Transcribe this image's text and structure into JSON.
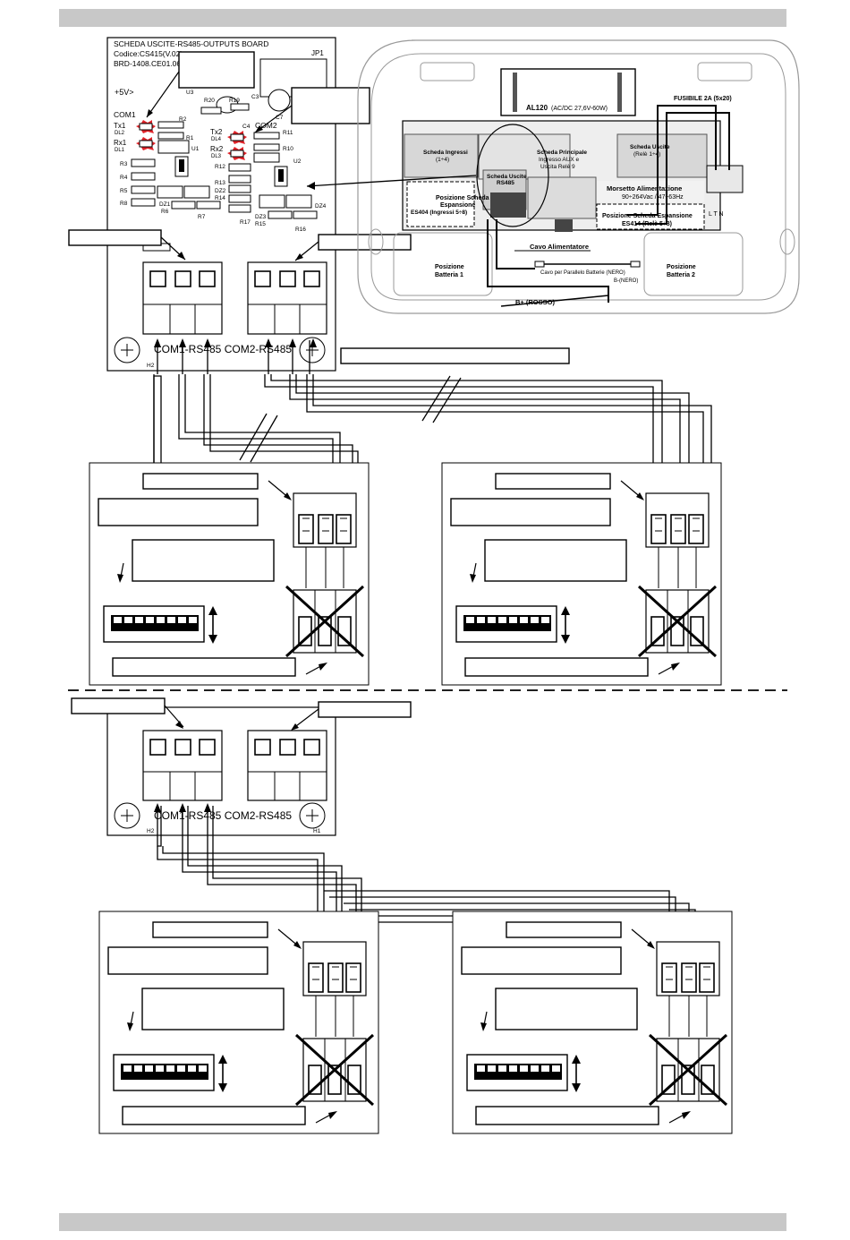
{
  "board": {
    "title": "SCHEDA USCITE-RS485-OUTPUTS BOARD",
    "code": "Codice:CS415(V.02)",
    "brd": "BRD-1408.CE01.06",
    "jp1": "JP1",
    "plus5v": "+5V>",
    "com1": "COM1",
    "com2": "COM2",
    "tx1": "Tx1",
    "dl2": "DL2",
    "rx1": "Rx1",
    "dl1": "DL1",
    "tx2": "Tx2",
    "dl4": "DL4",
    "rx2": "Rx2",
    "dl3": "DL3",
    "u1": "U1",
    "u2": "U2",
    "u3": "U3",
    "r1": "R1",
    "r2": "R2",
    "r3": "R3",
    "r4": "R4",
    "r5": "R5",
    "r6": "R6",
    "r7": "R7",
    "r8": "R8",
    "r10": "R10",
    "r11": "R11",
    "r12": "R12",
    "r13": "R13",
    "r14": "R14",
    "r15": "R15",
    "r16": "R16",
    "r17": "R17",
    "r19": "R19",
    "r20": "R20",
    "c3": "C3",
    "c4": "C4",
    "c7": "C7",
    "dz1": "DZ1",
    "dz2": "DZ2",
    "dz3": "DZ3",
    "dz4": "DZ4",
    "conn_label": "COM1-RS485   COM2-RS485",
    "h1": "H1",
    "h2": "H2"
  },
  "panel": {
    "al120": "AL120",
    "al120_spec": "(AC/DC 27,6V-60W)",
    "fuse": "FUSIBILE 2A (5x20)",
    "in_board": "Scheda Ingressi",
    "in_board_sub": "(1÷4)",
    "main_board": "Scheda Principale",
    "main_board_l2": "Ingresso AUX e",
    "main_board_l3": "Uscita Relè 9",
    "out_board": "Scheda Uscite",
    "out_board_sub": "(Relè 1÷4)",
    "rs485_board": "Scheda Uscite",
    "rs485_board_sub": "RS485",
    "pos_exp1_l1": "Posizione Scheda",
    "pos_exp1_l2": "Espansione",
    "pos_exp1_l3": "ES404  (Ingressi 5÷8)",
    "terminal_title": "Morsetto Alimentazione",
    "terminal_spec": "90÷264Vac / 47÷63Hz",
    "pos_exp2_l1": "Posizione Scheda Espansione",
    "pos_exp2_l2": "ES414  (Relè 5÷8)",
    "lnn": "L  T  N",
    "power_cable": "Cavo Alimentatore",
    "bat1_l1": "Posizione",
    "bat1_l2": "Batteria 1",
    "bat2_l1": "Posizione",
    "bat2_l2": "Batteria 2",
    "parallel_cable": "Cavo per Parallelo Batterie (NERO)",
    "bneg": "B-(NERO)",
    "bpos": "B+ (ROSSO)"
  },
  "colors": {
    "led": "#e0242a",
    "grey_bar": "#c8c8c8",
    "line": "#000000",
    "faint": "#9a9a9a"
  }
}
